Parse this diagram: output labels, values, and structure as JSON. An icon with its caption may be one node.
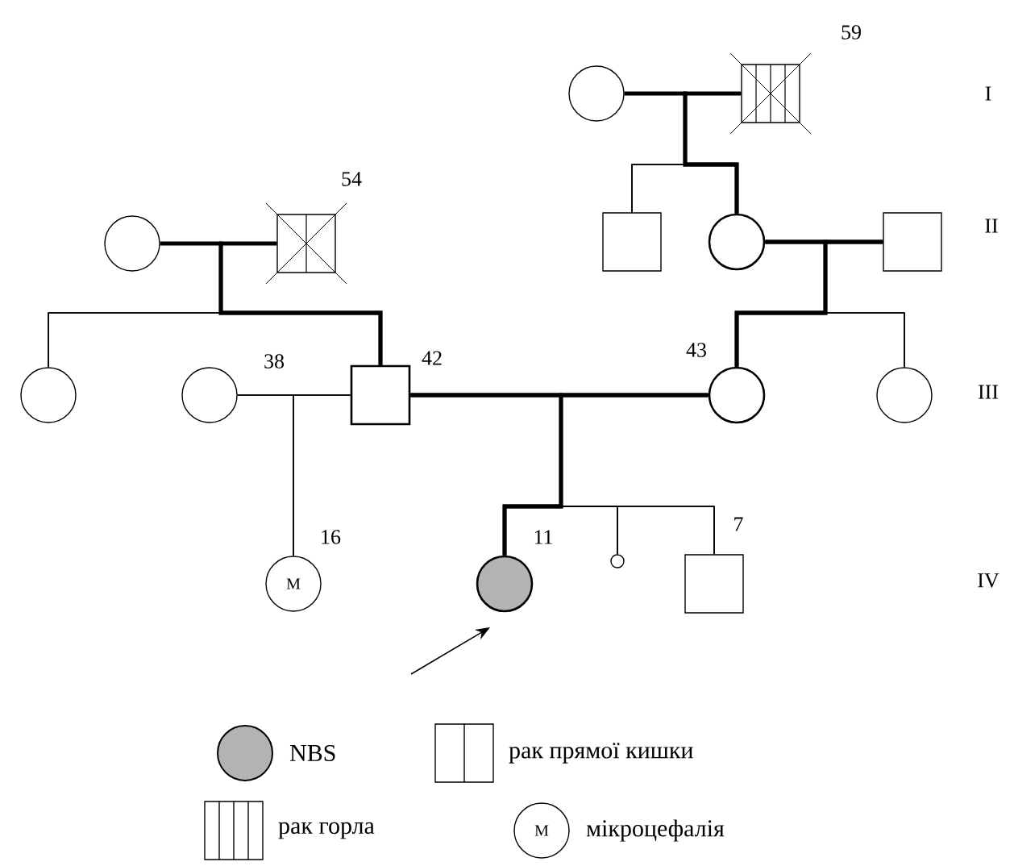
{
  "diagram": {
    "nodes": [
      {
        "text": [],
        "shape": "circle"
      },
      {
        "text": [],
        "shape": "box",
        "beside": [
          "59"
        ]
      },
      {
        "text": [],
        "shape": "circle"
      },
      {
        "text": [],
        "shape": "box",
        "beside": [
          "54"
        ]
      },
      {
        "text": [],
        "shape": "box"
      },
      {
        "text": [],
        "shape": "circle"
      },
      {
        "text": [],
        "shape": "box"
      },
      {
        "text": [],
        "shape": "circle"
      },
      {
        "text": [],
        "shape": "circle",
        "beside": [
          "38"
        ]
      },
      {
        "text": [],
        "shape": "box",
        "beside": [
          "42"
        ]
      },
      {
        "text": [],
        "shape": "circle",
        "beside": [
          "43"
        ]
      },
      {
        "text": [],
        "shape": "circle"
      },
      {
        "text": [
          "М"
        ],
        "beside": [
          "16"
        ]
      },
      {
        "text": [],
        "shape": "circle",
        "beside": [
          "11"
        ]
      },
      {
        "text": [],
        "shape": "circle"
      },
      {
        "text": [],
        "shape": "box",
        "beside": [
          "7"
        ]
      }
    ],
    "edges": [
      {
        "from": 0,
        "to": 1,
        "arrow": "none"
      },
      {
        "from": 2,
        "to": 3,
        "arrow": "none"
      },
      {
        "from": 5,
        "to": 6,
        "arrow": "none",
        "style": "thick"
      },
      {
        "from": 8,
        "to": 9,
        "arrow": "none"
      },
      {
        "from": 9,
        "to": 10,
        "arrow": "none",
        "style": "thick"
      },
      {
        "from": 0,
        "to": 4,
        "arrow": "none"
      },
      {
        "from": 1,
        "to": 4,
        "arrow": "none"
      },
      {
        "from": 0,
        "to": 5,
        "arrow": "none",
        "style": "thick"
      },
      {
        "from": 1,
        "to": 5,
        "arrow": "none",
        "style": "thick"
      },
      {
        "from": 2,
        "to": 7,
        "arrow": "none"
      },
      {
        "from": 3,
        "to": 7,
        "arrow": "none"
      },
      {
        "from": 2,
        "to": 9,
        "arrow": "none",
        "style": "thick"
      },
      {
        "from": 3,
        "to": 9,
        "arrow": "none",
        "style": "thick"
      },
      {
        "from": 5,
        "to": 10,
        "arrow": "none",
        "style": "thick"
      },
      {
        "from": 6,
        "to": 10,
        "arrow": "none",
        "style": "thick"
      },
      {
        "from": 5,
        "to": 11,
        "arrow": "none"
      },
      {
        "from": 6,
        "to": 11,
        "arrow": "none"
      },
      {
        "from": 8,
        "to": 12,
        "arrow": "none"
      },
      {
        "from": 9,
        "to": 12,
        "arrow": "none"
      },
      {
        "from": 9,
        "to": 13,
        "arrow": "none",
        "style": "thick"
      },
      {
        "from": 10,
        "to": 13,
        "arrow": "none",
        "style": "thick"
      },
      {
        "from": 9,
        "to": 14,
        "arrow": "none"
      },
      {
        "from": 10,
        "to": 14,
        "arrow": "none"
      },
      {
        "from": 9,
        "to": 15,
        "arrow": "none"
      },
      {
        "from": 10,
        "to": 15,
        "arrow": "none"
      },
      {
        "from": null,
        "to": 13,
        "arrow": "to"
      }
    ],
    "labels": [
      "I",
      "II",
      "III",
      "IV",
      "М"
    ],
    "legend": [
      {
        "text": "NBS",
        "color": "#b3b3b3"
      },
      {
        "text": "рак прямої кишки"
      },
      {
        "text": "рак горла"
      },
      {
        "text": "мікроцефалія"
      }
    ]
  }
}
